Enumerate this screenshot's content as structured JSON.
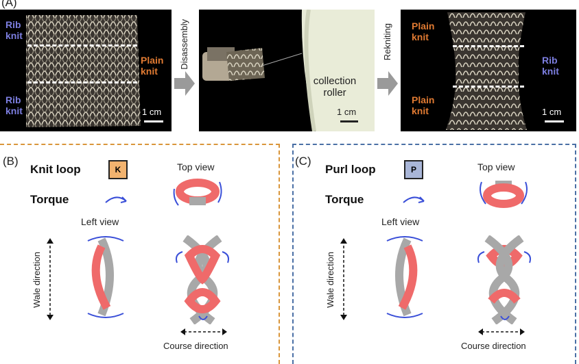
{
  "panel_a": {
    "letter": "(A)",
    "left_photo": {
      "rib_top": [
        "Rib",
        "knit"
      ],
      "rib_bottom": [
        "Rib",
        "knit"
      ],
      "plain": [
        "Plain",
        "knit"
      ],
      "scale": "1 cm"
    },
    "arrow1_label": "Disassembly",
    "mid_photo": {
      "roller": [
        "collection",
        "roller"
      ],
      "scale": "1 cm"
    },
    "arrow2_label": "Rekniting",
    "right_photo": {
      "plain_top": [
        "Plain",
        "knit"
      ],
      "plain_bottom": [
        "Plain",
        "knit"
      ],
      "rib": [
        "Rib",
        "knit"
      ],
      "scale": "1 cm"
    }
  },
  "panel_b": {
    "letter": "(B)",
    "title": "Knit loop",
    "badge": "K",
    "badge_color": "#f2b36f",
    "torque": "Torque",
    "top_view": "Top view",
    "left_view": "Left view",
    "wale": "Wale direction",
    "course": "Course direction"
  },
  "panel_c": {
    "letter": "(C)",
    "title": "Purl loop",
    "badge": "P",
    "badge_color": "#a9b6d8",
    "torque": "Torque",
    "top_view": "Top view",
    "left_view": "Left view",
    "wale": "Wale direction",
    "course": "Course direction"
  },
  "colors": {
    "yarn_red": "#ef6a6a",
    "yarn_grey": "#a8a8a8",
    "arrow_blue": "#3a4fd8"
  }
}
